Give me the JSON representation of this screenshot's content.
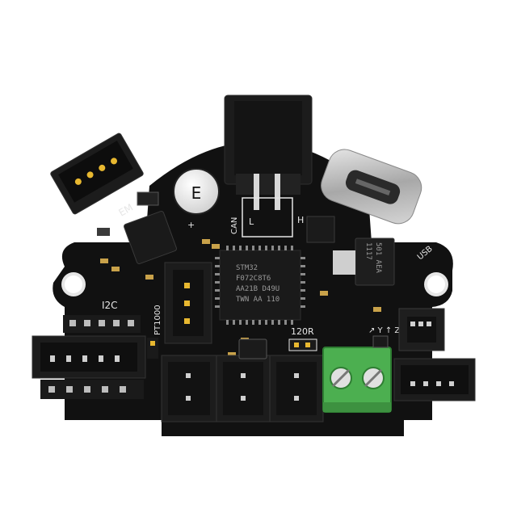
{
  "labels": {
    "em": "EM",
    "cap_mark": "E",
    "plus": "+",
    "can": "CAN",
    "l": "L",
    "h": "H",
    "usb": "USB",
    "i2c": "I2C",
    "pt1000": "PT1000",
    "r120": "120R",
    "axes": "↗ Y ↑ Z"
  },
  "chip": {
    "line1": "STM32",
    "line2": "F072C8T6",
    "line3": "AA21B D49U",
    "line4": "TWN AA 110"
  },
  "regulator": {
    "line1": "501 AEA",
    "line2": "1117"
  },
  "colors": {
    "board": "#111111",
    "connector": "#1c1c1c",
    "silkscreen": "#e6e6e6",
    "terminal": "#4caf50",
    "usb_metal": "#c8c8c8",
    "gold_pin": "#e8b830"
  }
}
